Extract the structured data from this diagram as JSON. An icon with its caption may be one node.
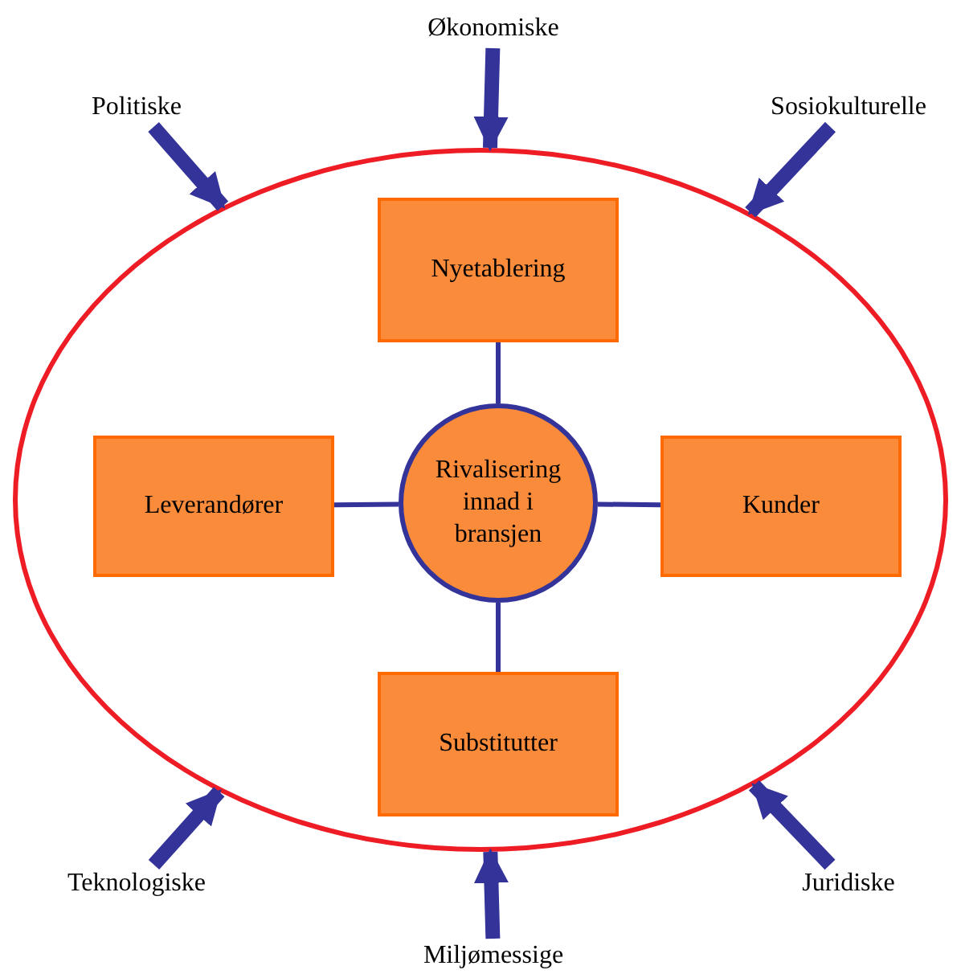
{
  "diagram": {
    "nodes": [
      {
        "text": [],
        "shape": "ellipse"
      },
      {
        "text": [
          "Nyetablering"
        ],
        "in": 0
      },
      {
        "text": [
          "Leverandører"
        ],
        "in": 0
      },
      {
        "text": [
          "Rivalisering innad i bransjen"
        ],
        "in": 0
      },
      {
        "text": [
          "Kunder"
        ],
        "in": 0
      },
      {
        "text": [
          "Substitutter"
        ],
        "in": 0
      },
      {
        "text": [
          "Økonomiske"
        ]
      },
      {
        "text": [
          "Politiske"
        ]
      },
      {
        "text": [
          "Sosiokulturelle"
        ]
      },
      {
        "text": [
          "Teknologiske"
        ]
      },
      {
        "text": [
          "Miljømessige"
        ]
      },
      {
        "text": [
          "Juridiske"
        ]
      }
    ],
    "edges": [
      {
        "from": 3,
        "to": 1,
        "arrow": "none"
      },
      {
        "from": 3,
        "to": 2,
        "arrow": "none"
      },
      {
        "from": 3,
        "to": 4,
        "arrow": "none"
      },
      {
        "from": 3,
        "to": 5,
        "arrow": "none"
      },
      {
        "from": 6,
        "to": 0,
        "arrow": "to"
      },
      {
        "from": 7,
        "to": 0,
        "arrow": "to"
      },
      {
        "from": 8,
        "to": 0,
        "arrow": "to"
      },
      {
        "from": 9,
        "to": 0,
        "arrow": "to"
      },
      {
        "from": 10,
        "to": 0,
        "arrow": "to"
      },
      {
        "from": 11,
        "to": 0,
        "arrow": "to"
      }
    ]
  }
}
